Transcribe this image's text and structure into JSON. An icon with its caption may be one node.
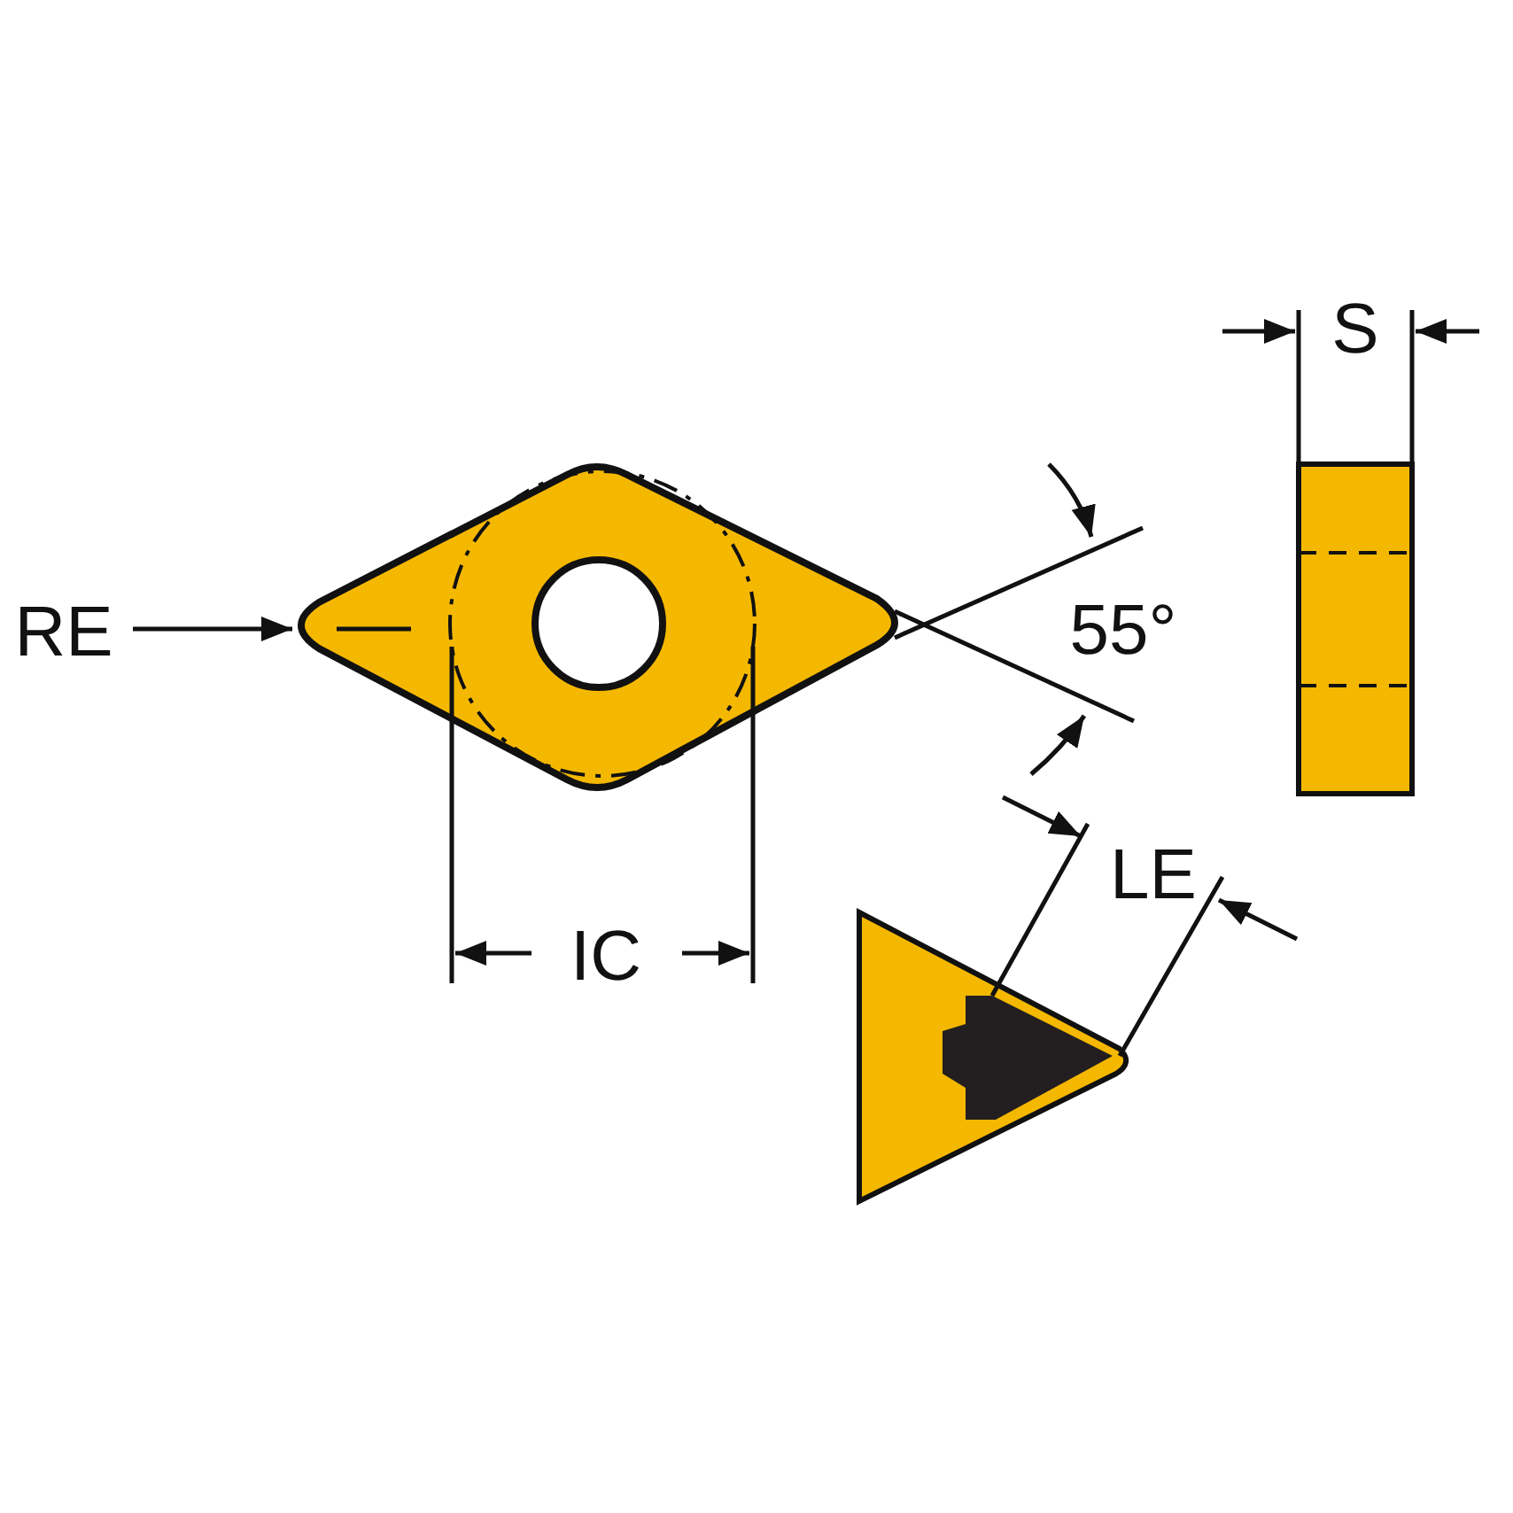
{
  "diagram": {
    "labels": [
      "S",
      "RE",
      "55°",
      "LE",
      "IC"
    ]
  }
}
